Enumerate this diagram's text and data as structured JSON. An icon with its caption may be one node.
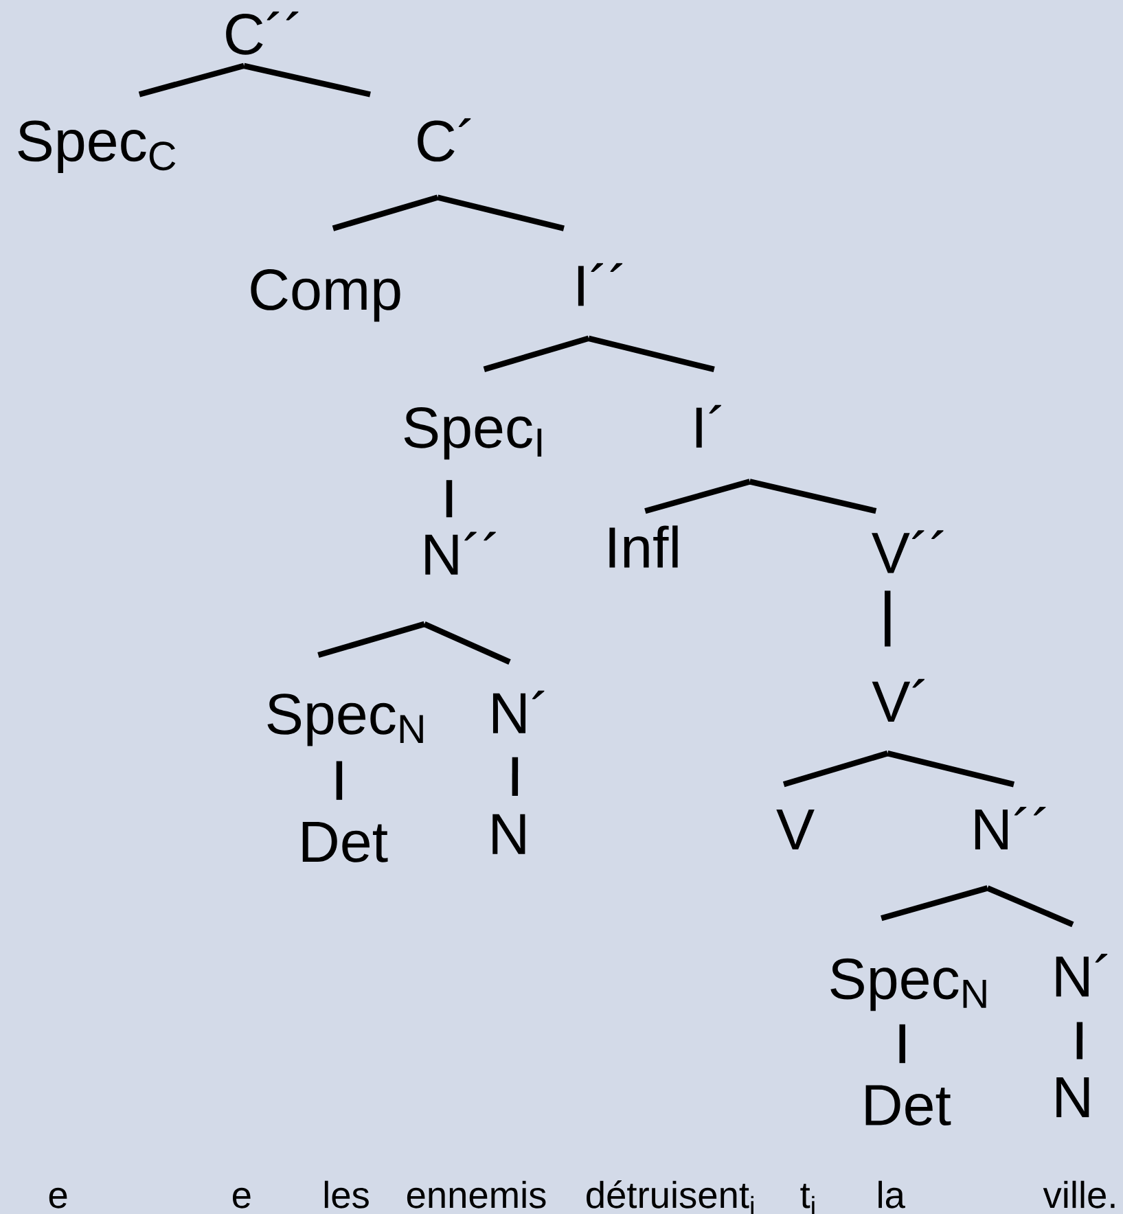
{
  "diagram": {
    "nodes": [
      {
        "text": [
          "C´´"
        ]
      },
      {
        "text": [
          "Spec$_{C}$"
        ]
      },
      {
        "text": [
          "C´"
        ]
      },
      {
        "text": [
          "Comp"
        ]
      },
      {
        "text": [
          "I´´"
        ]
      },
      {
        "text": [
          "Spec$_{I}$"
        ]
      },
      {
        "text": [
          "I´"
        ]
      },
      {
        "text": [
          "N´´"
        ]
      },
      {
        "text": [
          "Infl"
        ]
      },
      {
        "text": [
          "V´´"
        ]
      },
      {
        "text": [
          "Spec$_{N}$"
        ]
      },
      {
        "text": [
          "N´"
        ]
      },
      {
        "text": [
          "V´"
        ]
      },
      {
        "text": [
          "Det"
        ]
      },
      {
        "text": [
          "N"
        ]
      },
      {
        "text": [
          "V"
        ]
      },
      {
        "text": [
          "N´´"
        ]
      },
      {
        "text": [
          "Spec$_{N}$"
        ]
      },
      {
        "text": [
          "N´"
        ]
      },
      {
        "text": [
          "Det"
        ]
      },
      {
        "text": [
          "N"
        ]
      }
    ],
    "edges": [
      {
        "from": 0,
        "to": 1,
        "arrow": "none"
      },
      {
        "from": 0,
        "to": 2,
        "arrow": "none"
      },
      {
        "from": 2,
        "to": 3,
        "arrow": "none"
      },
      {
        "from": 2,
        "to": 4,
        "arrow": "none"
      },
      {
        "from": 4,
        "to": 5,
        "arrow": "none"
      },
      {
        "from": 4,
        "to": 6,
        "arrow": "none"
      },
      {
        "from": 5,
        "to": 7,
        "arrow": "none"
      },
      {
        "from": 6,
        "to": 8,
        "arrow": "none"
      },
      {
        "from": 6,
        "to": 9,
        "arrow": "none"
      },
      {
        "from": 7,
        "to": 10,
        "arrow": "none"
      },
      {
        "from": 7,
        "to": 11,
        "arrow": "none"
      },
      {
        "from": 9,
        "to": 12,
        "arrow": "none"
      },
      {
        "from": 10,
        "to": 13,
        "arrow": "none"
      },
      {
        "from": 11,
        "to": 14,
        "arrow": "none"
      },
      {
        "from": 12,
        "to": 15,
        "arrow": "none"
      },
      {
        "from": 12,
        "to": 16,
        "arrow": "none"
      },
      {
        "from": 16,
        "to": 17,
        "arrow": "none"
      },
      {
        "from": 16,
        "to": 18,
        "arrow": "none"
      },
      {
        "from": 17,
        "to": 19,
        "arrow": "none"
      },
      {
        "from": 18,
        "to": 20,
        "arrow": "none"
      }
    ],
    "labels": [
      "e",
      "e",
      "les",
      "ennemis",
      "détruisent$_{i}$",
      "t$_{i}$",
      "la",
      "ville."
    ]
  }
}
